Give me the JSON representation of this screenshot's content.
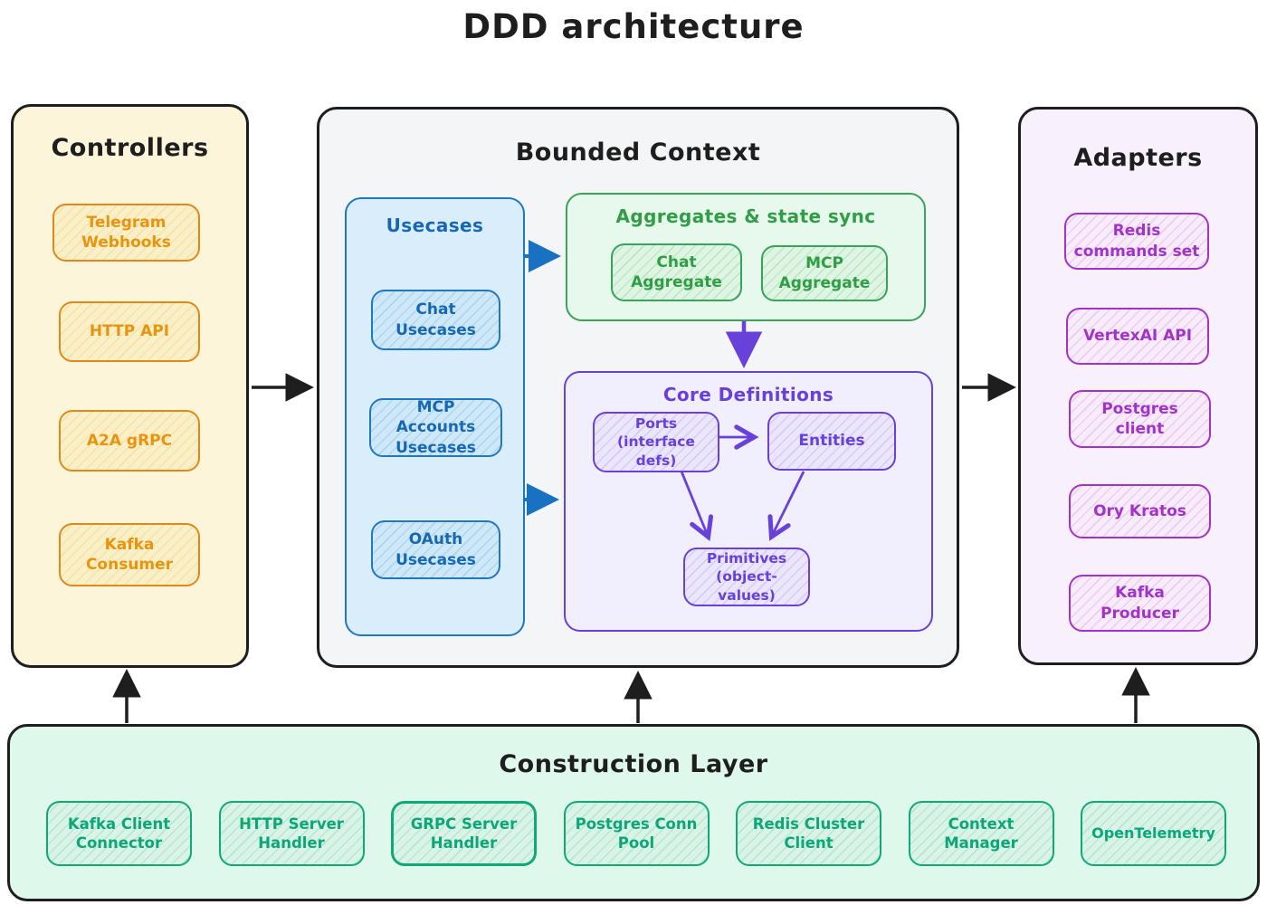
{
  "title": "DDD architecture",
  "colors": {
    "outline_black": "#1e1e1e",
    "orange_accent": "#e8940f",
    "blue_accent": "#1971c2",
    "green_accent": "#2f9e44",
    "purple_accent": "#6741d9",
    "magenta_accent": "#a333c8",
    "teal_accent": "#0ca678",
    "controllers_bg": "#fcf5da",
    "bounded_context_bg": "#f4f5f7",
    "usecases_bg": "#d9edfa",
    "aggregates_bg": "#e7f8ec",
    "core_definitions_bg": "#f1eefd",
    "adapters_bg": "#f8f0fa",
    "construction_bg": "#dff8ec"
  },
  "controllers": {
    "title": "Controllers",
    "items": [
      {
        "label": "Telegram Webhooks"
      },
      {
        "label": "HTTP API"
      },
      {
        "label": "A2A gRPC"
      },
      {
        "label": "Kafka Consumer"
      }
    ]
  },
  "bounded_context": {
    "title": "Bounded Context",
    "usecases": {
      "title": "Usecases",
      "items": [
        {
          "label": "Chat Usecases"
        },
        {
          "label": "MCP Accounts Usecases"
        },
        {
          "label": "OAuth Usecases"
        }
      ]
    },
    "aggregates": {
      "title": "Aggregates & state sync",
      "items": [
        {
          "label": "Chat Aggregate"
        },
        {
          "label": "MCP Aggregate"
        }
      ]
    },
    "core": {
      "title": "Core Definitions",
      "items": [
        {
          "label": "Ports (interface defs)"
        },
        {
          "label": "Entities"
        },
        {
          "label": "Primitives (object-values)"
        }
      ]
    }
  },
  "adapters": {
    "title": "Adapters",
    "items": [
      {
        "label": "Redis commands set"
      },
      {
        "label": "VertexAI API"
      },
      {
        "label": "Postgres client"
      },
      {
        "label": "Ory Kratos"
      },
      {
        "label": "Kafka Producer"
      }
    ]
  },
  "construction": {
    "title": "Construction Layer",
    "items": [
      {
        "label": "Kafka Client Connector"
      },
      {
        "label": "HTTP Server Handler"
      },
      {
        "label": "GRPC Server Handler"
      },
      {
        "label": "Postgres Conn Pool"
      },
      {
        "label": "Redis Cluster Client"
      },
      {
        "label": "Context Manager"
      },
      {
        "label": "OpenTelemetry"
      }
    ]
  }
}
